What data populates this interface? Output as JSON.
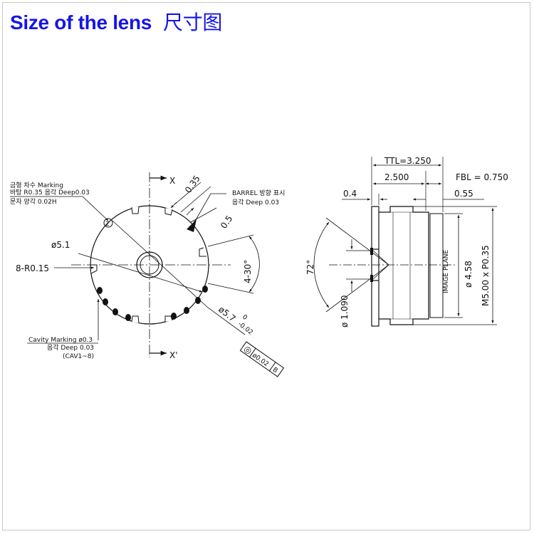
{
  "title": {
    "english": "Size of the lens",
    "chinese": "尺寸图"
  },
  "front_view": {
    "marking_note": [
      "금형 차수 Marking",
      "바탕 R0.35 음각 Deep0.03",
      "문자 양각 0.02H"
    ],
    "section_top": "X",
    "section_bottom": "X'",
    "dim_035": "0.35",
    "dim_05": "0.5",
    "barrel_note": [
      "BARREL 방향 표시",
      "음각 Deep 0.03"
    ],
    "dia_51": "ø5.1",
    "r015": "8-R0.15",
    "angle_30": "4-30°",
    "dia_57": "ø5.7",
    "tol_upper": "0",
    "tol_lower": "-0.02",
    "cavity_note": [
      "Cavity Marking ø0.3",
      "음각 Deep  0.03",
      "(CAV1~8)"
    ],
    "gdt_symbol": "◎",
    "gdt_value": "ø0.02",
    "gdt_datum": "B"
  },
  "side_view": {
    "ttl": "TTL=3.250",
    "d2500": "2.500",
    "fbl": "FBL  =  0.750",
    "d04": "0.4",
    "d055": "0.55",
    "angle_72": "72°",
    "dia_1090": "ø 1.090",
    "image_plane": "IMAGE PLANE",
    "dia_458": "ø  4.58",
    "thread": "M5.00 x P0.35"
  }
}
